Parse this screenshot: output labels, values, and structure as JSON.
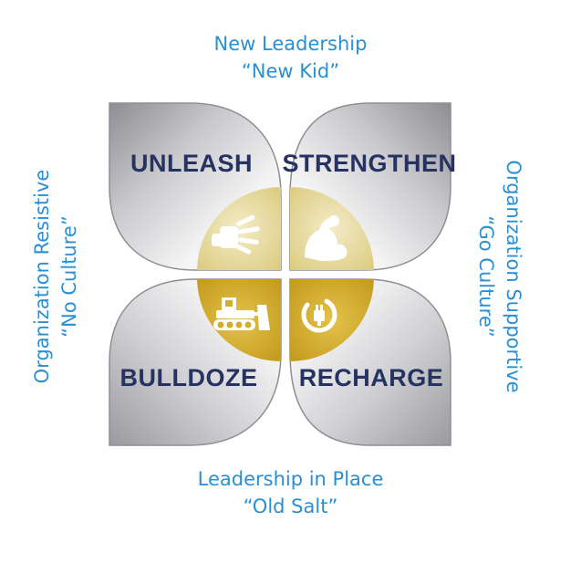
{
  "top": {
    "line1": "New Leadership",
    "line2": "“New Kid”"
  },
  "bottom": {
    "line1": "Leadership in Place",
    "line2": "“Old Salt”"
  },
  "left": {
    "line1": "Organization Resistive",
    "line2": "“No Culture”"
  },
  "right": {
    "line1": "Organization Supportive",
    "line2": "“Go Culture”"
  },
  "quadrants": {
    "top_left": {
      "label": "UNLEASH",
      "icon": "hand-icon"
    },
    "top_right": {
      "label": "STRENGTHEN",
      "icon": "flexed-arm-icon"
    },
    "bottom_left": {
      "label": "BULLDOZE",
      "icon": "bulldozer-icon"
    },
    "bottom_right": {
      "label": "RECHARGE",
      "icon": "power-plug-icon"
    }
  },
  "colors": {
    "text_blue": "#2b8fd3",
    "label_navy": "#253262",
    "gold": "#d4ae2c",
    "pale_gold": "#eadfa3",
    "petal_grey": "#b9b9bd"
  }
}
